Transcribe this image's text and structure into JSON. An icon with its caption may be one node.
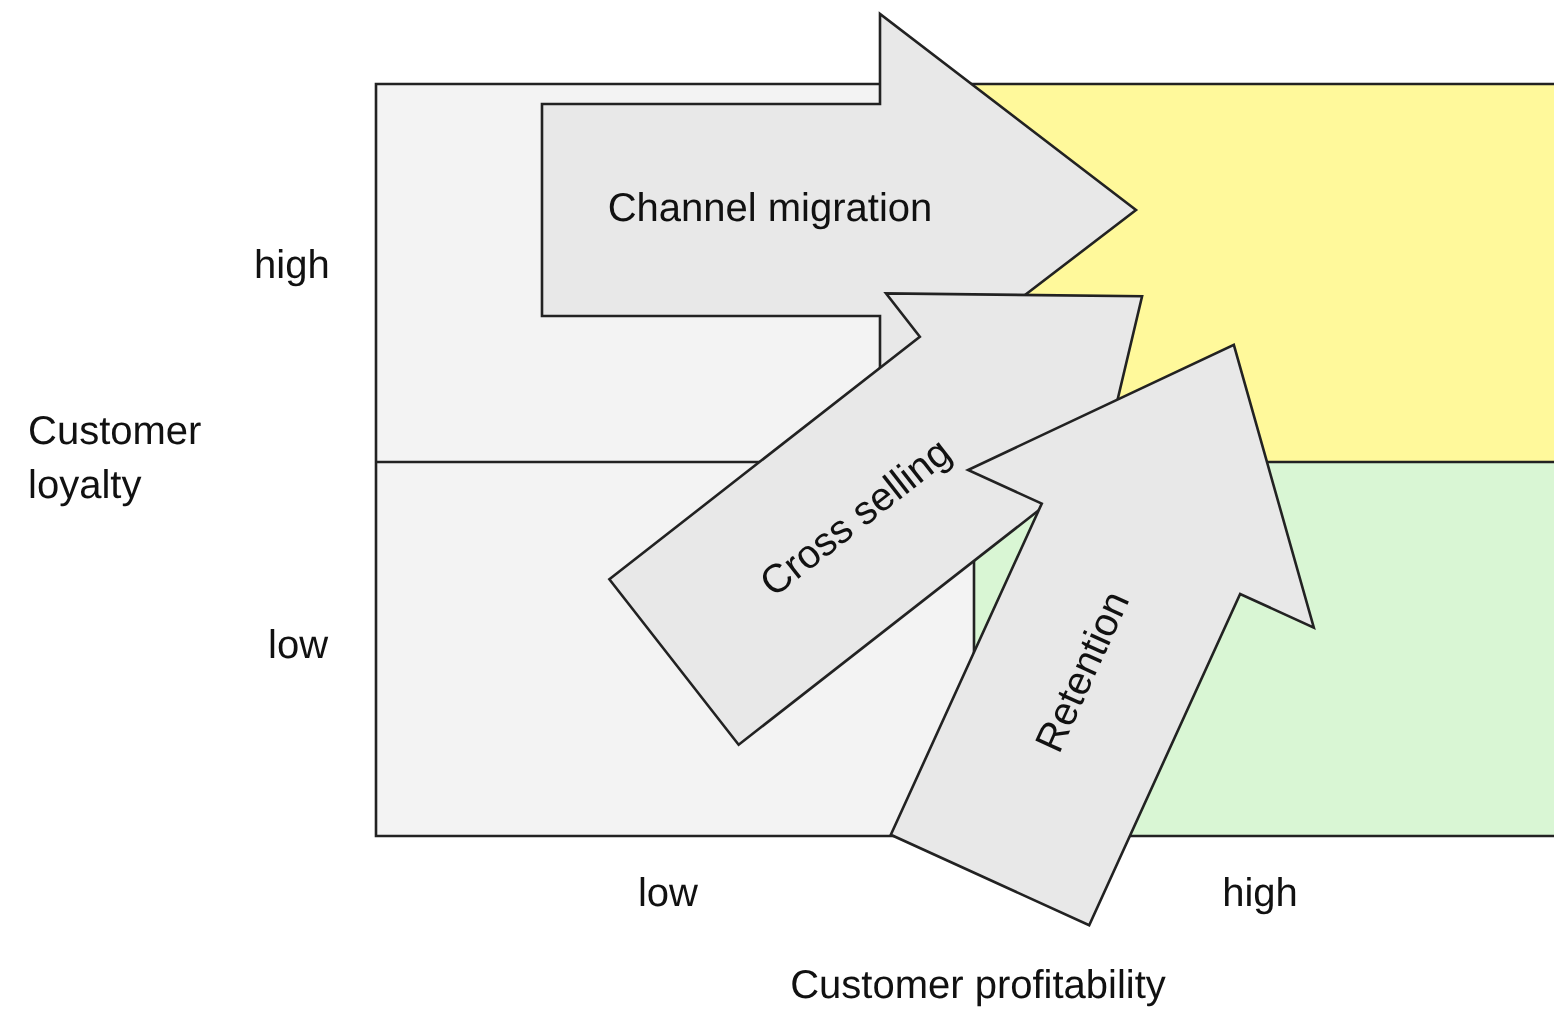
{
  "diagram": {
    "nodes": [
      {
        "text": [
          "Channel migration"
        ]
      },
      {
        "text": [
          "Cross selling"
        ]
      },
      {
        "text": [
          "Retention"
        ]
      }
    ],
    "labels": [
      "high",
      "Customer loyalty",
      "low",
      "low",
      "high",
      "Customer profitability"
    ]
  }
}
